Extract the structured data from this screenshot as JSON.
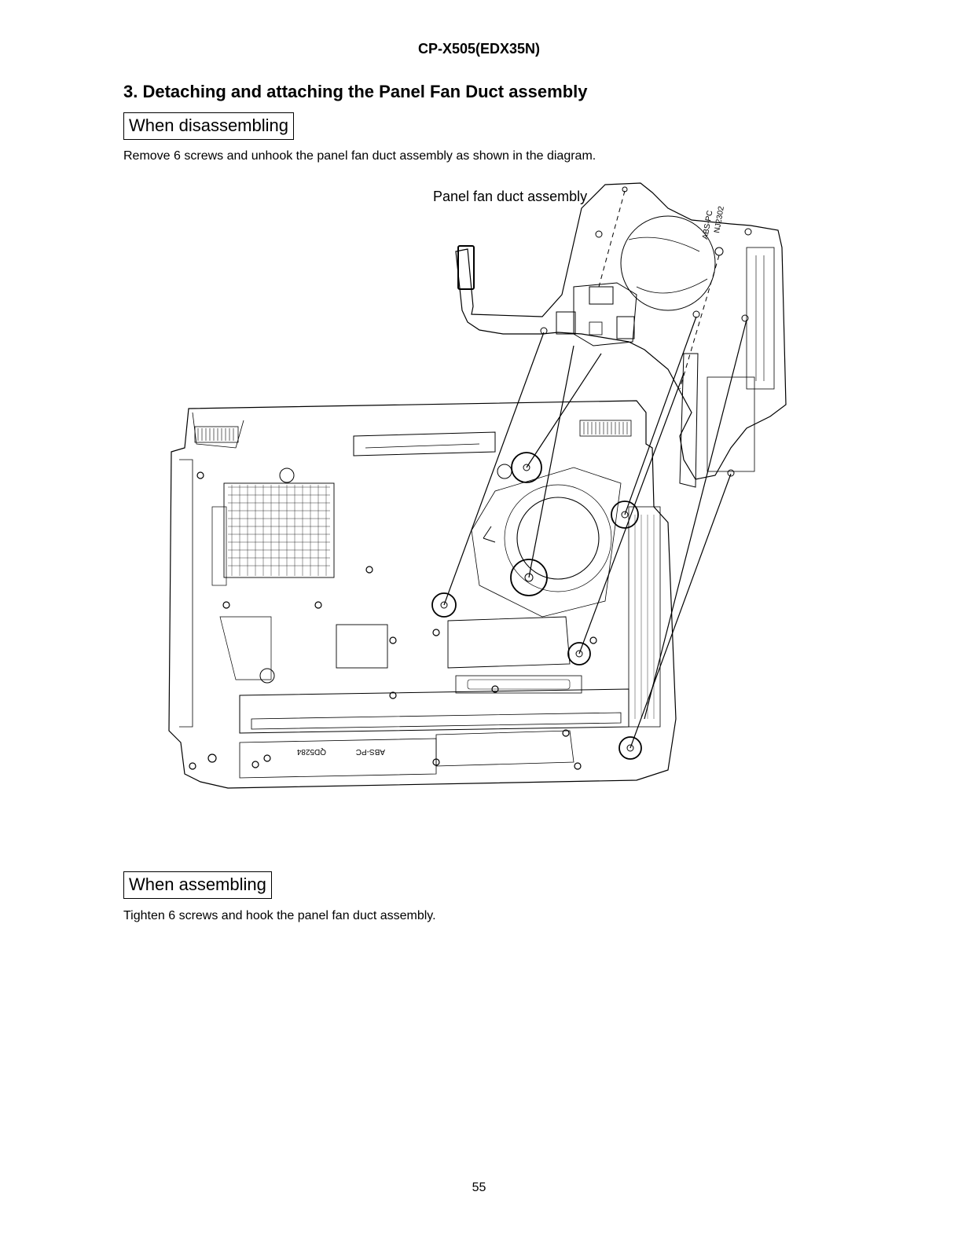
{
  "header": {
    "model": "CP-X505(EDX35N)"
  },
  "section": {
    "title": "3. Detaching and attaching the Panel Fan Duct assembly"
  },
  "disassembling": {
    "heading": "When disassembling",
    "instruction": "Remove 6 screws and unhook the panel fan duct assembly as shown in the diagram."
  },
  "diagram": {
    "part_label": "Panel fan duct assembly",
    "stamp_texts": [
      "ABS-PC",
      "NJ2302",
      "QD5284",
      "ABS-PC"
    ]
  },
  "assembling": {
    "heading": "When assembling",
    "instruction": "Tighten 6 screws and hook the panel fan duct assembly."
  },
  "footer": {
    "page_number": "55"
  }
}
